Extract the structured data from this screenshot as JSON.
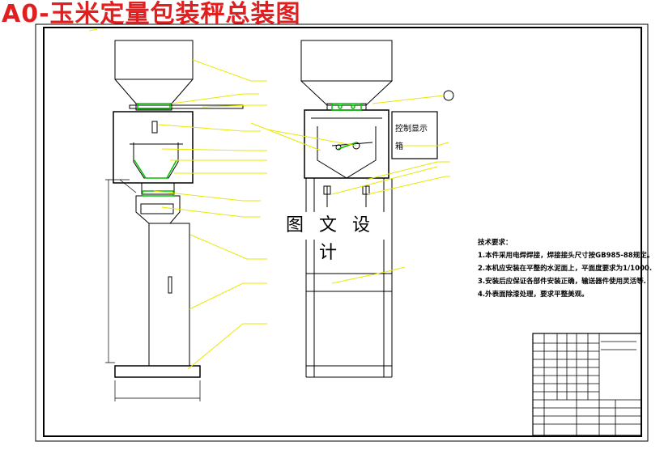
{
  "title": "A0-玉米定量包装秤总装图",
  "watermark": "图 文 设 计",
  "control_box_label_line1": "控制显示",
  "control_box_label_line2": "箱",
  "technical_requirements": {
    "heading": "技术要求：",
    "items": [
      "1.本件采用电焊焊接，焊接接头尺寸按GB985-88规定。",
      "2.本机应安装在平整的水泥面上，平面度要求为1/1000.",
      "3.安装后应保证各部件安装正确，输送器件使用灵活等.",
      "4.外表面除漆处理，要求平整美观。"
    ]
  },
  "colors": {
    "title": "#e02020",
    "line": "#000000",
    "leader": "#e8e800",
    "accent": "#00c000"
  }
}
